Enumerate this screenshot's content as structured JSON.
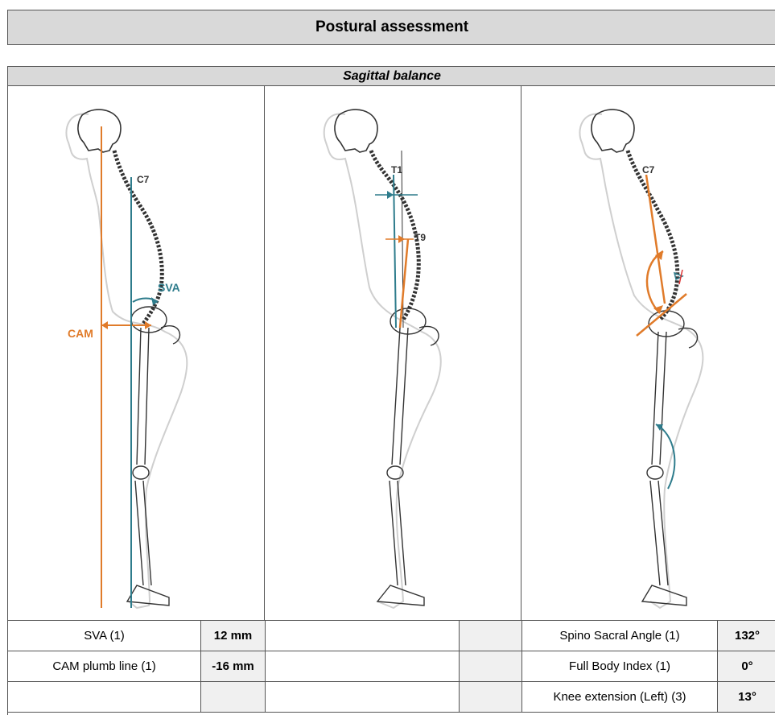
{
  "report": {
    "title": "Postural assessment",
    "section_title": "Sagittal balance"
  },
  "figures": [
    {
      "labels": {
        "c7": "C7",
        "sva": "SVA",
        "cam": "CAM"
      }
    },
    {
      "labels": {
        "t1": "T1",
        "t9": "T9"
      }
    },
    {
      "labels": {
        "c7": "C7"
      }
    }
  ],
  "colors": {
    "orange": "#e07b2a",
    "teal": "#2e7c8c",
    "outline": "#cfcfcf",
    "bone": "#333333"
  },
  "measures": {
    "col1": [
      {
        "label": "SVA (1)",
        "value": "12 mm"
      },
      {
        "label": "CAM plumb line (1)",
        "value": "-16 mm"
      },
      {
        "label": "",
        "value": ""
      }
    ],
    "col2": [
      {
        "label": "",
        "value": ""
      },
      {
        "label": "",
        "value": ""
      },
      {
        "label": "",
        "value": ""
      }
    ],
    "col3": [
      {
        "label": "Spino Sacral Angle (1)",
        "value": "132°"
      },
      {
        "label": "Full Body Index (1)",
        "value": "0°"
      },
      {
        "label": "Knee extension (Left) (3)",
        "value": "13°"
      }
    ]
  }
}
